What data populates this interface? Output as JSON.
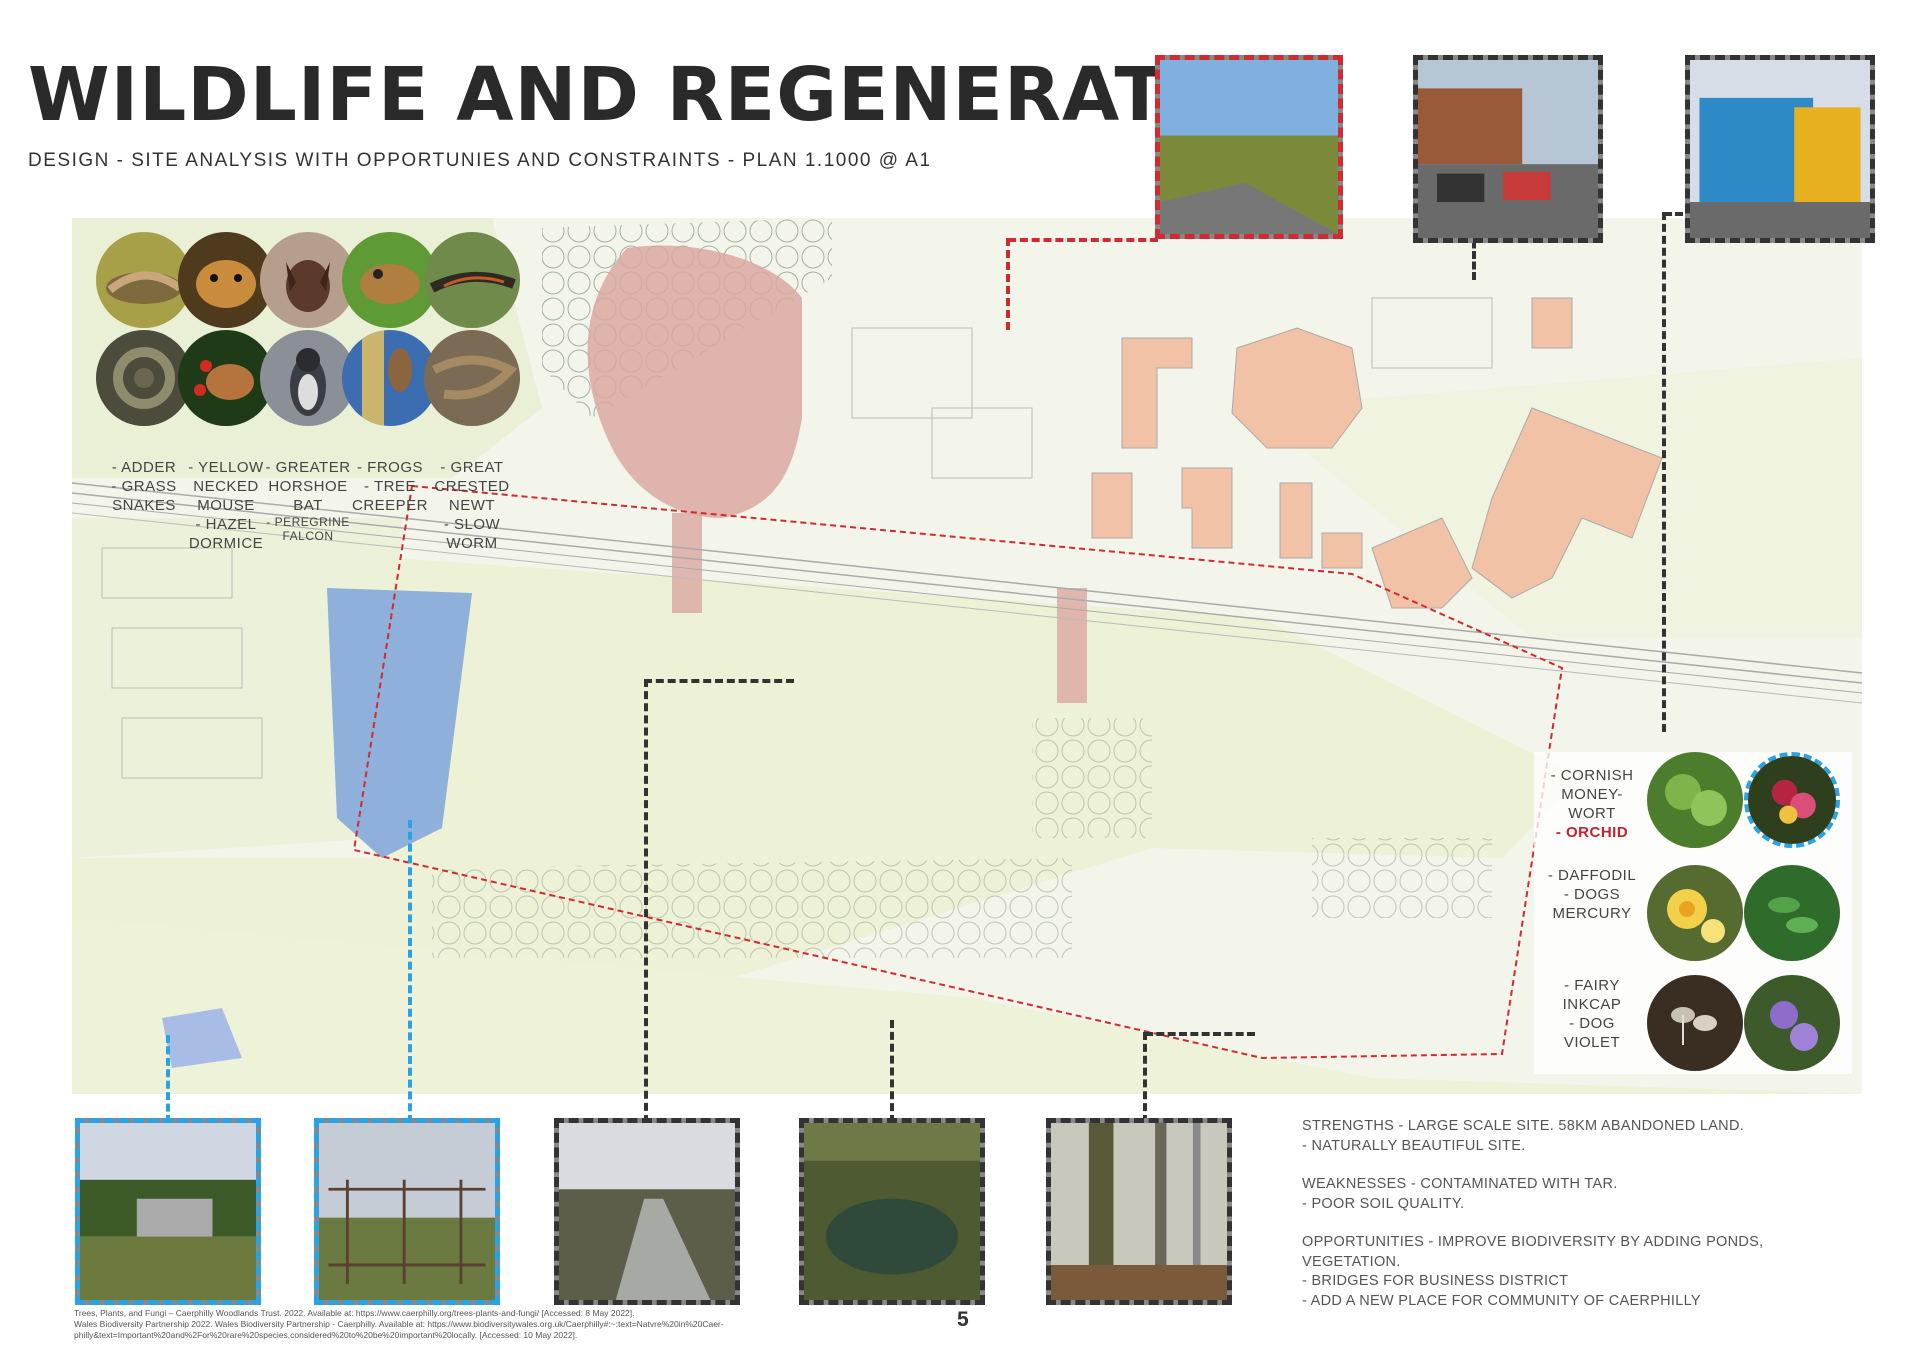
{
  "header": {
    "title": "WILDLIFE AND REGENERATION",
    "subtitle": "DESIGN - SITE ANALYSIS WITH OPPORTUNIES AND CONSTRAINTS - PLAN 1.1000 @ A1"
  },
  "fauna": {
    "labels": [
      {
        "lines": [
          "- ADDER",
          "- GRASS",
          "SNAKES"
        ]
      },
      {
        "lines": [
          "- YELLOW",
          "NECKED",
          "MOUSE",
          "- HAZEL",
          "DORMICE"
        ]
      },
      {
        "lines": [
          "- GREATER",
          "HORSHOE",
          "BAT"
        ],
        "small": [
          "- PEREGRINE",
          "FALCON"
        ]
      },
      {
        "lines": [
          "- FROGS",
          "- TREE",
          "CREEPER"
        ]
      },
      {
        "lines": [
          "- GREAT",
          "CRESTED",
          "NEWT",
          "- SLOW",
          "WORM"
        ]
      }
    ],
    "photos": [
      "adder-photo",
      "dormouse-photo",
      "bat-photo",
      "frog-photo",
      "newt-photo",
      "grass-snake-photo",
      "yellow-necked-mouse-photo",
      "peregrine-falcon-photo",
      "tree-creeper-photo",
      "slow-worm-photo"
    ]
  },
  "flora": {
    "groups": [
      {
        "lines": [
          "- CORNISH",
          "MONEY-",
          "WORT"
        ],
        "highlight": "- ORCHID"
      },
      {
        "lines": [
          "- DAFFODIL",
          "- DOGS",
          "MERCURY"
        ]
      },
      {
        "lines": [
          "- FAIRY",
          "INKCAP",
          "- DOG",
          "VIOLET"
        ]
      }
    ],
    "photos": [
      "moneywort-photo",
      "orchid-photo",
      "daffodil-photo",
      "dogs-mercury-photo",
      "fairy-inkcap-photo",
      "dog-violet-photo"
    ]
  },
  "analysis": {
    "strengths": [
      "STRENGTHS - LARGE SCALE SITE. 58KM ABANDONED LAND.",
      "- NATURALLY BEAUTIFUL SITE."
    ],
    "weaknesses": [
      "WEAKNESSES - CONTAMINATED WITH TAR.",
      "- POOR SOIL QUALITY."
    ],
    "opportunities": [
      "OPPORTUNITIES - IMPROVE BIODIVERSITY BY ADDING PONDS,",
      "VEGETATION.",
      "- BRIDGES FOR BUSINESS DISTRICT",
      "- ADD A NEW PLACE FOR COMMUNITY OF CAERPHILLY"
    ]
  },
  "references": [
    "Trees, Plants, and Fungi – Caerphilly Woodlands Trust. 2022. Available at: https://www.caerphilly.org/trees-plants-and-fungi/ [Accessed: 8 May 2022].",
    "Wales Biodiversity Partnership 2022. Wales Biodiversity Partnership - Caerphilly. Available at: https://www.biodiversitywales.org.uk/Caerphilly#:~:text=Natvre%20in%20Caer-",
    "philly&text=Important%20and%2For%20rare%20species,considered%20to%20be%20important%20locally. [Accessed: 10 May 2022]."
  ],
  "page_number": "5",
  "colors": {
    "site_boundary": "#d12a30",
    "highlight_border": "#29a3e3",
    "photo_border": "#333333",
    "pond": "#8fb0da",
    "woodland": "#d9a8a1",
    "buildings": "#f2c2a6",
    "grass": "#e9efcd"
  }
}
